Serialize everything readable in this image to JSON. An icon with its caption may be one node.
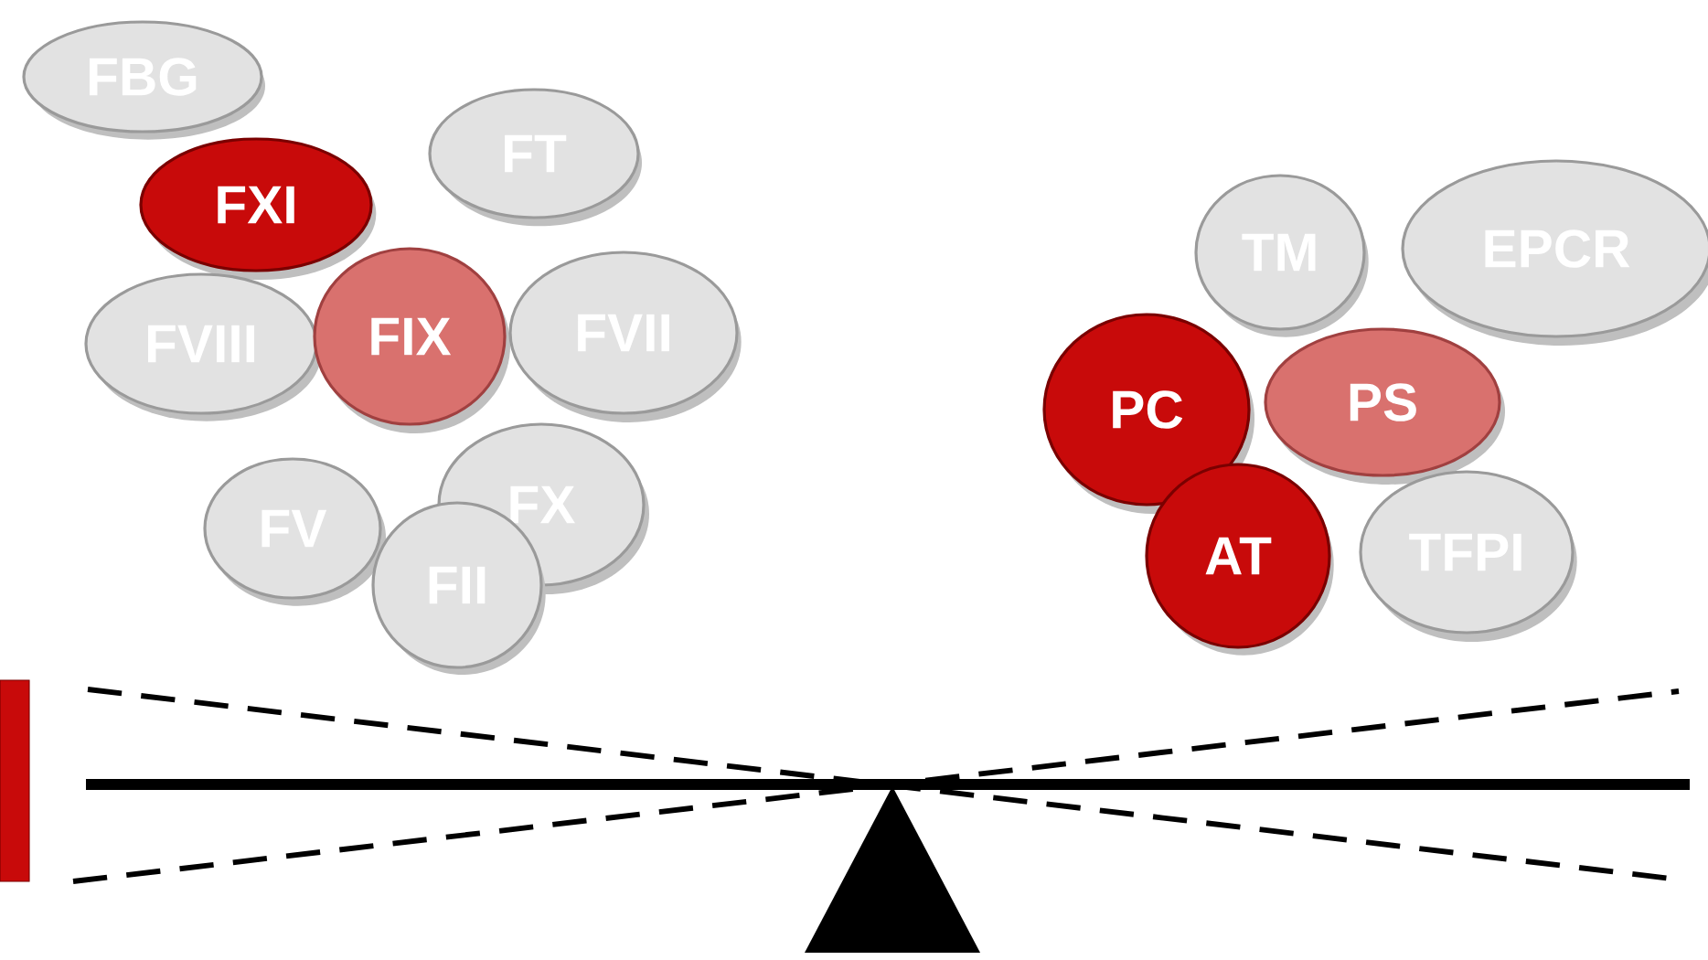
{
  "diagram": {
    "nodes": [
      {
        "text": [
          "FBG"
        ]
      },
      {
        "text": [
          "FT"
        ]
      },
      {
        "text": [
          "FXI"
        ]
      },
      {
        "text": [
          "FVIII"
        ]
      },
      {
        "text": [
          "FIX"
        ]
      },
      {
        "text": [
          "FVII"
        ]
      },
      {
        "text": [
          "FV"
        ]
      },
      {
        "text": [
          "FX"
        ]
      },
      {
        "text": [
          "FII"
        ]
      },
      {
        "text": [
          "TM"
        ]
      },
      {
        "text": [
          "EPCR"
        ]
      },
      {
        "text": [
          "PC"
        ]
      },
      {
        "text": [
          "PS"
        ]
      },
      {
        "text": [
          "AT"
        ]
      },
      {
        "text": [
          "TFPI"
        ]
      }
    ]
  }
}
